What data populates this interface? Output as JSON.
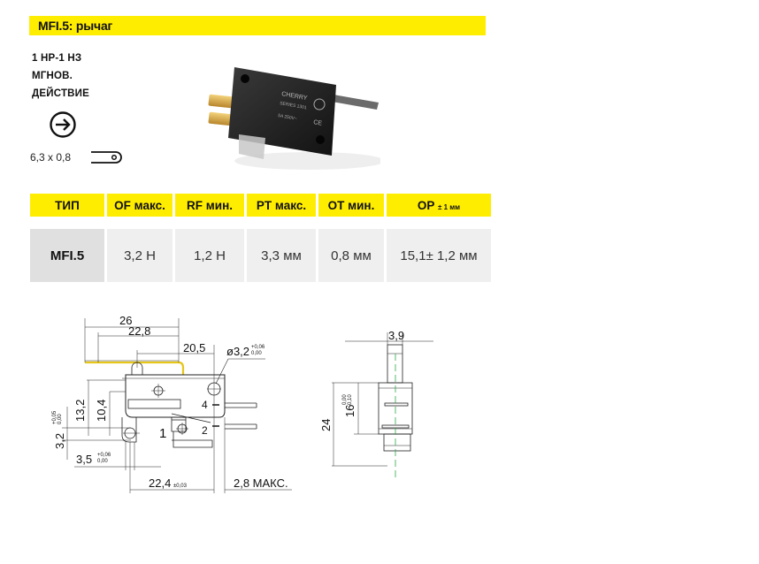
{
  "header": {
    "title": "MFI.5: рычаг"
  },
  "specs": {
    "contacts": "1 НР-1 НЗ",
    "action_line1": "МГНОВ.",
    "action_line2": "ДЕЙСТВИЕ",
    "action_icon": "arrow-right-circle-icon",
    "terminal_size": "6,3 x 0,8",
    "terminal_icon": "tab-terminal-icon"
  },
  "photo": {
    "label_brand": "CHERRY",
    "label_series": "SERIES 1301",
    "label_rating": "5A 250V~",
    "label_ce": "CE"
  },
  "table": {
    "headers": [
      {
        "main": "ТИП",
        "sub": ""
      },
      {
        "main": "OF макс.",
        "sub": ""
      },
      {
        "main": "RF мин.",
        "sub": ""
      },
      {
        "main": "PT макс.",
        "sub": ""
      },
      {
        "main": "OT мин.",
        "sub": ""
      },
      {
        "main": "OP",
        "sub": "± 1 мм"
      }
    ],
    "rows": [
      [
        "MFI.5",
        "3,2 Н",
        "1,2 Н",
        "3,3 мм",
        "0,8 мм",
        "15,1± 1,2 мм"
      ]
    ]
  },
  "drawing": {
    "dim_26": "26",
    "dim_22_8": "22,8",
    "dim_20_5": "20,5",
    "dim_hole": "ø3,2",
    "dim_hole_tol_upper": "+0,06",
    "dim_hole_tol_lower": "0,00",
    "dim_13_2": "13,2",
    "dim_10_4": "10,4",
    "dim_3_2": "3,2",
    "dim_3_2_tol_upper": "+0,05",
    "dim_3_2_tol_lower": "0,00",
    "dim_3_5": "3,5",
    "dim_3_5_tol_upper": "+0,06",
    "dim_3_5_tol_lower": "0,00",
    "dim_22_4": "22,4",
    "dim_22_4_tol": "±0,03",
    "dim_2_8": "2,8 МАКС.",
    "terminal_1": "1",
    "terminal_2": "2",
    "terminal_4": "4",
    "dim_3_9": "3,9",
    "dim_24": "24",
    "dim_16": "16",
    "dim_16_tol_upper": "0,00",
    "dim_16_tol_lower": "-0,10",
    "lever_color": "#e6c619",
    "centerline_color": "#2aa84a"
  }
}
